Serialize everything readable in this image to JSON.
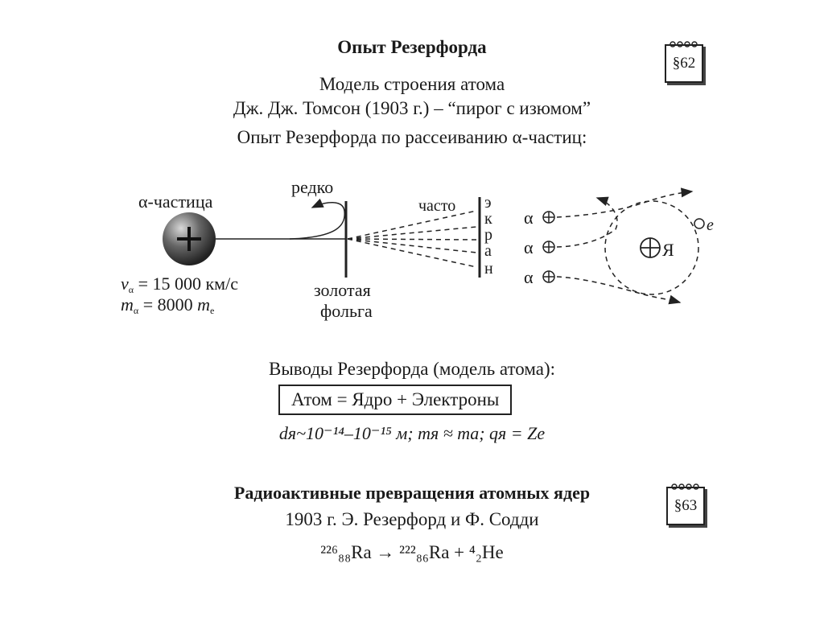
{
  "section1": {
    "title": "Опыт Резерфорда",
    "badge": "§62",
    "line1": "Модель строения атома",
    "line2": "Дж. Дж. Томсон (1903 г.) – “пирог с изюмом”",
    "line3": "Опыт Резерфорда по рассеиванию α-частиц:"
  },
  "diagram": {
    "alpha_label": "α-частица",
    "rarely": "редко",
    "often": "часто",
    "screen_letters": [
      "э",
      "к",
      "р",
      "а",
      "н"
    ],
    "foil_line1": "золотая",
    "foil_line2": "фольга",
    "velocity": "vα = 15 000 км/с",
    "mass": "mα = 8000 mе",
    "alpha_sym": "α",
    "nucleus_label": "Я",
    "electron_label": "e"
  },
  "conclusions": {
    "heading": "Выводы Резерфорда (модель атома):",
    "boxed": "Атом = Ядро + Электроны",
    "formula": "dя~10⁻¹⁴–10⁻¹⁵ м; mя ≈ mа; qя = Ze"
  },
  "section2": {
    "title": "Радиоактивные превращения атомных ядер",
    "badge": "§63",
    "line1": "1903 г. Э. Резерфорд и Ф. Содди",
    "reaction": "²²⁶₈₈Ra → ²²²₈₆Ra + ⁴₂He"
  }
}
